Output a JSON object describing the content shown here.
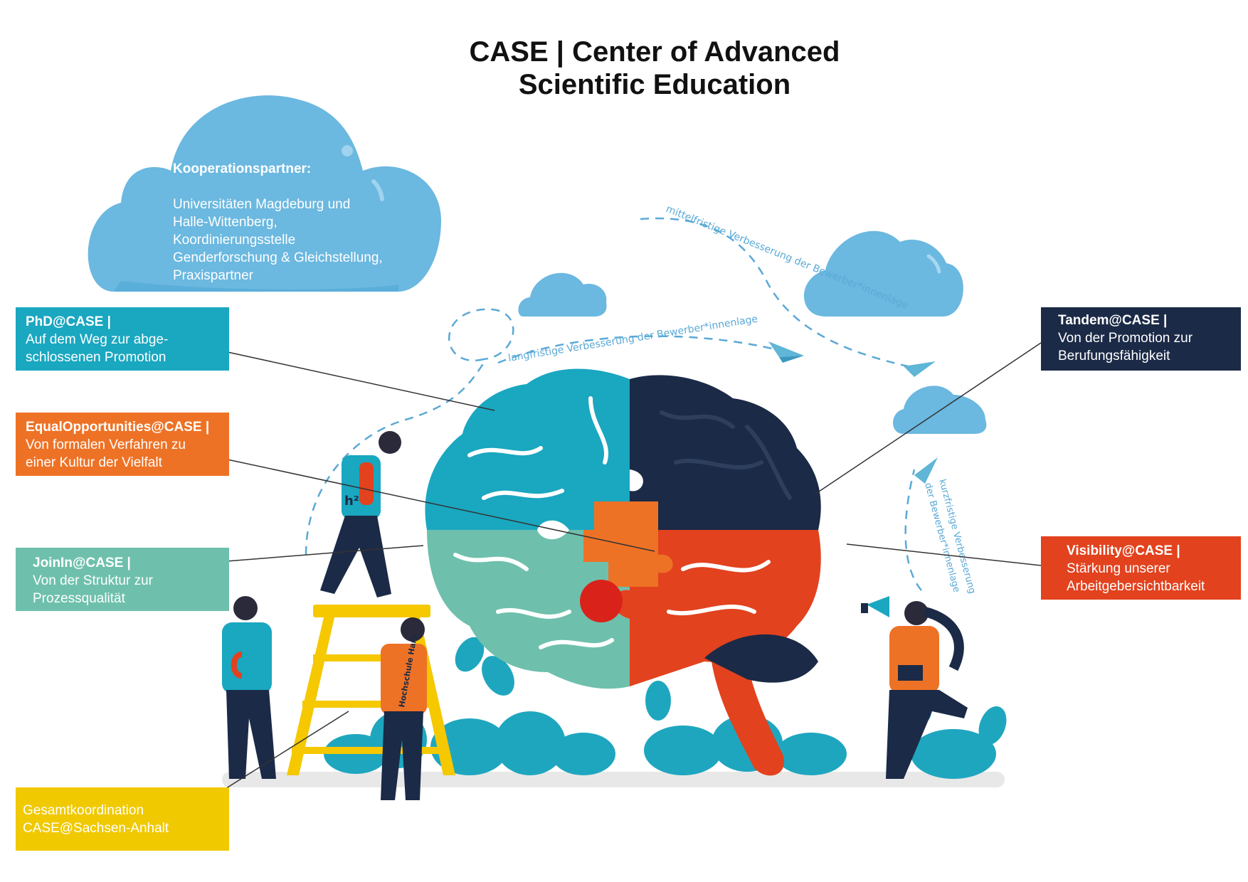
{
  "title": {
    "line1": "CASE | Center of Advanced",
    "line2": "Scientific Education"
  },
  "cooperation": {
    "heading": "Kooperationspartner:",
    "lines": [
      "Universitäten Magdeburg und",
      "Halle-Wittenberg,",
      "Koordinierungsstelle",
      "Genderforschung & Gleichstellung,",
      "Praxispartner"
    ]
  },
  "boxes": {
    "phd": {
      "heading": "PhD@CASE |",
      "line1": "Auf dem Weg zur abge-",
      "line2": "schlossenen Promotion",
      "color": "#1aa7c0"
    },
    "equal": {
      "heading": "EqualOpportunities@CASE |",
      "line1": "Von formalen Verfahren zu",
      "line2": "einer Kultur der Vielfalt",
      "color": "#ee7225"
    },
    "joinin": {
      "heading": "JoinIn@CASE |",
      "line1": "Von der Struktur zur",
      "line2": "Prozessqualität",
      "color": "#6ec0ac"
    },
    "gesamt": {
      "line1": "Gesamtkoordination",
      "line2": "CASE@Sachsen-Anhalt",
      "color": "#f0c900"
    },
    "tandem": {
      "heading": "Tandem@CASE |",
      "line1": "Von der Promotion zur",
      "line2": "Berufungsfähigkeit",
      "color": "#1b2a46"
    },
    "visibility": {
      "heading": "Visibility@CASE |",
      "line1": "Stärkung unserer",
      "line2": "Arbeitgebersichtbarkeit",
      "color": "#e2421e"
    }
  },
  "paths": {
    "long": "langfristige Verbesserung der Bewerber*innenlage",
    "mid": "mittelfristige Verbesserung der Bewerber*innenlage",
    "short1": "kurzfristige Verbesserung",
    "short2": "der Bewerber*innenlage"
  },
  "badges": {
    "shirt_ladder": "Hochschule Harz",
    "shirt_climber": "h²"
  },
  "icons": [
    "cloud-icon",
    "paper-plane-icon",
    "brain-puzzle-illustration",
    "ladder-icon",
    "megaphone-icon",
    "leaf-icon",
    "person-icon"
  ]
}
